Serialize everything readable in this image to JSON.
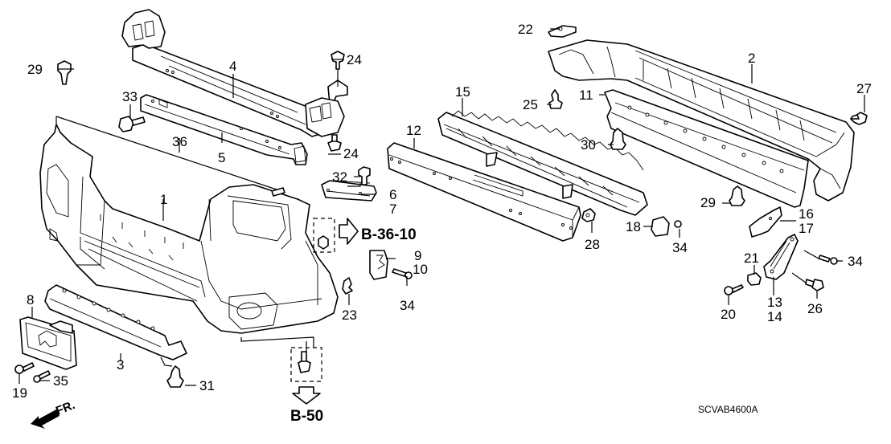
{
  "diagram": {
    "code": "SCVAB4600A",
    "front_direction": "FR.",
    "references": [
      "B-36-10",
      "B-50"
    ],
    "callouts": [
      {
        "id": "1",
        "part": "front-bumper-face"
      },
      {
        "id": "2",
        "part": "rear-bumper-face"
      },
      {
        "id": "3",
        "part": "front-lower-garnish"
      },
      {
        "id": "4",
        "part": "front-bumper-beam"
      },
      {
        "id": "5",
        "part": "front-upper-beam"
      },
      {
        "id": "6",
        "part": "side-spacer-right"
      },
      {
        "id": "7",
        "part": "side-spacer-left"
      },
      {
        "id": "8",
        "part": "license-plate-base"
      },
      {
        "id": "9",
        "part": "side-bracket-right"
      },
      {
        "id": "10",
        "part": "side-bracket-left"
      },
      {
        "id": "11",
        "part": "rear-lower-garnish"
      },
      {
        "id": "12",
        "part": "rear-bumper-beam"
      },
      {
        "id": "13",
        "part": "rear-stay-right"
      },
      {
        "id": "14",
        "part": "rear-stay-left"
      },
      {
        "id": "15",
        "part": "rear-absorber"
      },
      {
        "id": "16",
        "part": "rear-side-spacer-right"
      },
      {
        "id": "17",
        "part": "rear-side-spacer-left"
      },
      {
        "id": "18",
        "part": "clip-holder"
      },
      {
        "id": "19",
        "part": "tapping-screw"
      },
      {
        "id": "20",
        "part": "tapping-screw"
      },
      {
        "id": "21",
        "part": "nut-clip"
      },
      {
        "id": "22",
        "part": "grommet"
      },
      {
        "id": "23",
        "part": "tapping-screw"
      },
      {
        "id": "24",
        "part": "flange-bolt"
      },
      {
        "id": "25",
        "part": "screw"
      },
      {
        "id": "26",
        "part": "flange-bolt"
      },
      {
        "id": "27",
        "part": "flange-bolt"
      },
      {
        "id": "28",
        "part": "nut"
      },
      {
        "id": "29",
        "part": "clip"
      },
      {
        "id": "30",
        "part": "clip"
      },
      {
        "id": "31",
        "part": "clip"
      },
      {
        "id": "32",
        "part": "flange-bolt"
      },
      {
        "id": "33",
        "part": "flange-bolt"
      },
      {
        "id": "34",
        "part": "tapping-screw"
      },
      {
        "id": "35",
        "part": "tapping-screw"
      },
      {
        "id": "36",
        "part": "bumper-assembly"
      }
    ]
  },
  "labels": {
    "l1": "1",
    "l2": "2",
    "l3": "3",
    "l4": "4",
    "l5": "5",
    "l6": "6",
    "l7": "7",
    "l8": "8",
    "l9": "9",
    "l10": "10",
    "l11": "11",
    "l12": "12",
    "l13": "13",
    "l14": "14",
    "l15": "15",
    "l16": "16",
    "l17": "17",
    "l18": "18",
    "l19": "19",
    "l20": "20",
    "l21": "21",
    "l22": "22",
    "l23": "23",
    "l24a": "24",
    "l24b": "24",
    "l25": "25",
    "l26": "26",
    "l27": "27",
    "l28": "28",
    "l29a": "29",
    "l29b": "29",
    "l30": "30",
    "l31": "31",
    "l32": "32",
    "l33": "33",
    "l34a": "34",
    "l34b": "34",
    "l34c": "34",
    "l35": "35",
    "l36": "36"
  }
}
